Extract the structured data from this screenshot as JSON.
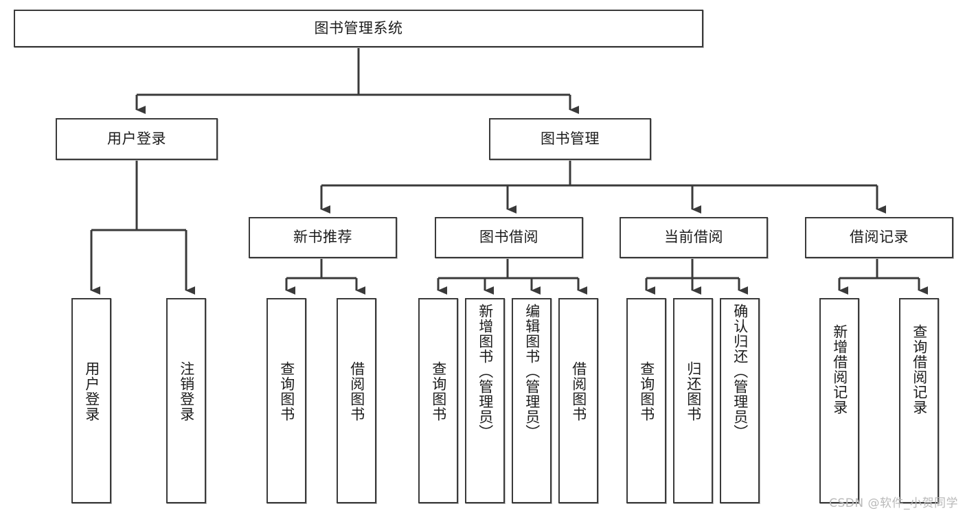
{
  "diagram": {
    "title": "图书管理系统",
    "type": "tree-hierarchy-flowchart",
    "watermark": "CSDN @软件_小贺同学",
    "colors": {
      "box_border": "#3a3a3a",
      "box_fill": "#ffffff",
      "edge": "#3a3a3a",
      "text": "#1c1c1c",
      "watermark": "#b9b9b9"
    },
    "root": {
      "id": "root",
      "label": "图书管理系统",
      "orientation": "horizontal"
    },
    "level2": [
      {
        "id": "user-login",
        "label": "用户登录",
        "orientation": "horizontal"
      },
      {
        "id": "book-management",
        "label": "图书管理",
        "orientation": "horizontal"
      }
    ],
    "level3": [
      {
        "id": "new-book-recommend",
        "label": "新书推荐",
        "orientation": "horizontal",
        "parent": "book-management"
      },
      {
        "id": "book-borrow",
        "label": "图书借阅",
        "orientation": "horizontal",
        "parent": "book-management"
      },
      {
        "id": "current-borrow",
        "label": "当前借阅",
        "orientation": "horizontal",
        "parent": "book-management"
      },
      {
        "id": "borrow-record",
        "label": "借阅记录",
        "orientation": "horizontal",
        "parent": "book-management"
      }
    ],
    "leaves": [
      {
        "id": "leaf-user-login",
        "label": "用户登录",
        "parent": "user-login",
        "orientation": "vertical"
      },
      {
        "id": "leaf-logout",
        "label": "注销登录",
        "parent": "user-login",
        "orientation": "vertical"
      },
      {
        "id": "leaf-query-book-1",
        "label": "查询图书",
        "parent": "new-book-recommend",
        "orientation": "vertical"
      },
      {
        "id": "leaf-borrow-book-1",
        "label": "借阅图书",
        "parent": "new-book-recommend",
        "orientation": "vertical"
      },
      {
        "id": "leaf-query-book-2",
        "label": "查询图书",
        "parent": "book-borrow",
        "orientation": "vertical"
      },
      {
        "id": "leaf-add-book",
        "label": "新增图书（管理员）",
        "parent": "book-borrow",
        "orientation": "vertical"
      },
      {
        "id": "leaf-edit-book",
        "label": "编辑图书（管理员）",
        "parent": "book-borrow",
        "orientation": "vertical"
      },
      {
        "id": "leaf-borrow-book-2",
        "label": "借阅图书",
        "parent": "book-borrow",
        "orientation": "vertical"
      },
      {
        "id": "leaf-query-book-3",
        "label": "查询图书",
        "parent": "current-borrow",
        "orientation": "vertical"
      },
      {
        "id": "leaf-return-book",
        "label": "归还图书",
        "parent": "current-borrow",
        "orientation": "vertical"
      },
      {
        "id": "leaf-confirm-return",
        "label": "确认归还（管理员）",
        "parent": "current-borrow",
        "orientation": "vertical"
      },
      {
        "id": "leaf-add-record",
        "label": "新增借阅记录",
        "parent": "borrow-record",
        "orientation": "vertical"
      },
      {
        "id": "leaf-query-record",
        "label": "查询借阅记录",
        "parent": "borrow-record",
        "orientation": "vertical"
      }
    ]
  }
}
